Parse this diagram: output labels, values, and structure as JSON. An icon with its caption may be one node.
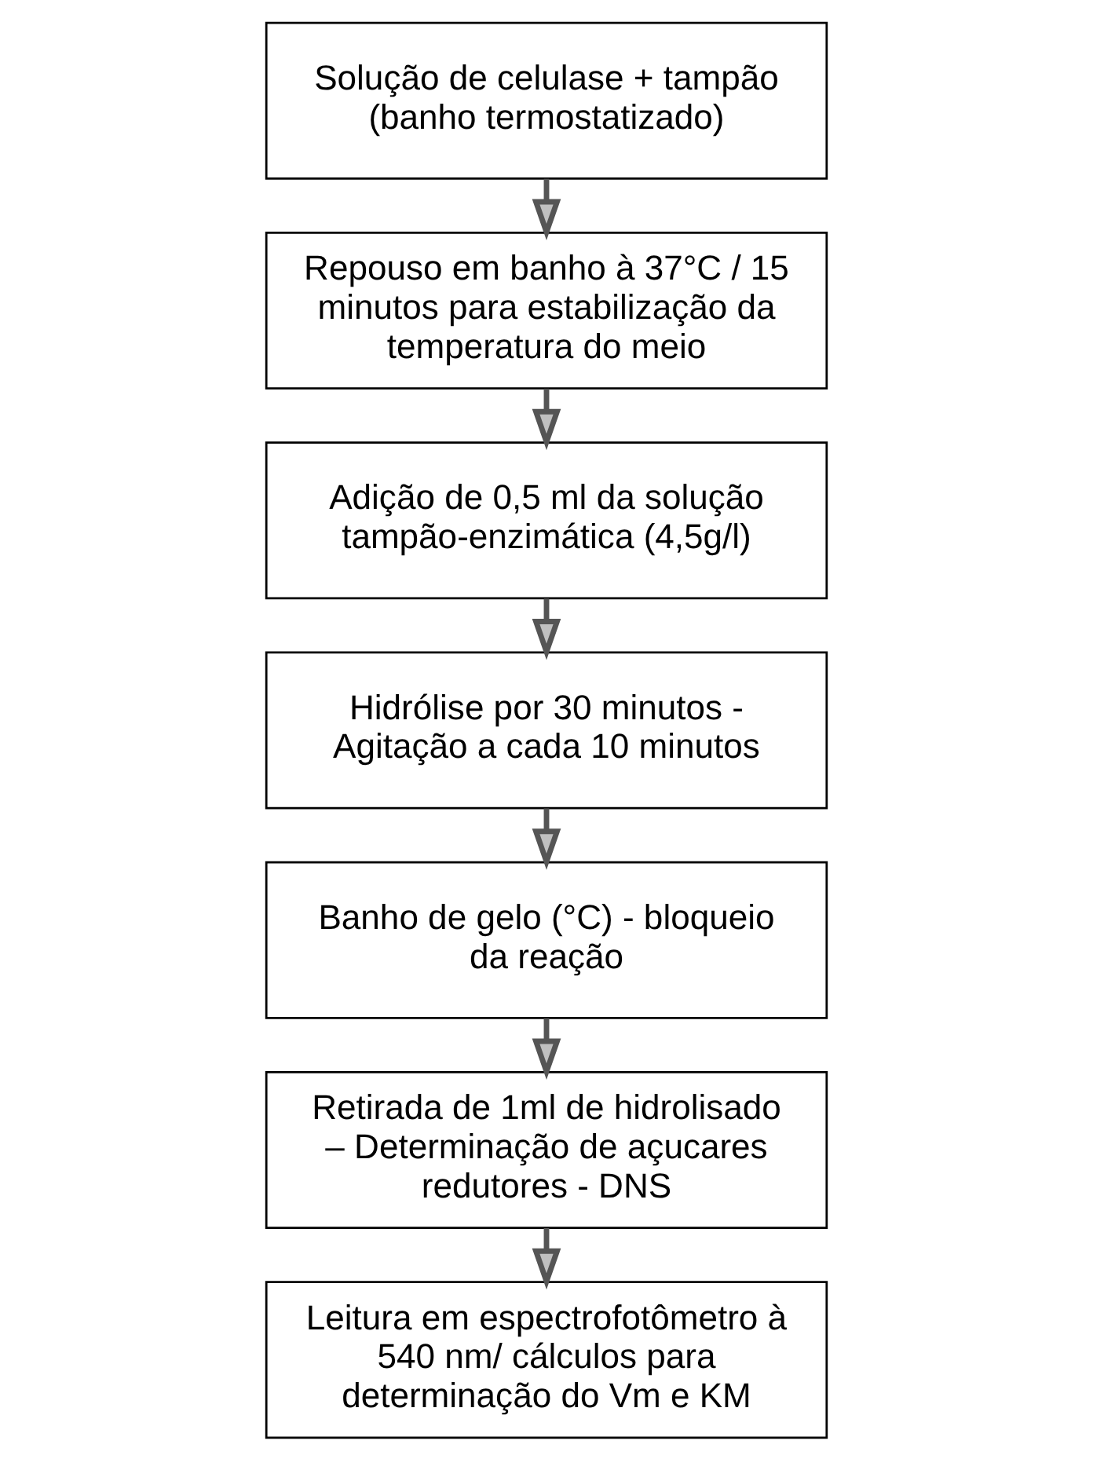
{
  "diagram": {
    "nodes": [
      {
        "text": [
          "Solução de celulase + tampão (banho termostatizado)"
        ]
      },
      {
        "text": [
          "Repouso em banho à 37°C / 15 minutos para estabilização da temperatura do meio"
        ]
      },
      {
        "text": [
          "Adição de 0,5 ml da solução tampão-enzimática (4,5g/l)"
        ]
      },
      {
        "text": [
          "Hidrólise por 30 minutos - Agitação a cada 10 minutos"
        ]
      },
      {
        "text": [
          "Banho de gelo (°C) - bloqueio da reação"
        ]
      },
      {
        "text": [
          "Retirada de 1ml de hidrolisado – Determinação de açucares redutores - DNS"
        ]
      },
      {
        "text": [
          "Leitura em espectrofotômetro à 540 nm/ cálculos para determinação do Vm e KM"
        ]
      }
    ],
    "edges": [
      {
        "from": 0,
        "to": 1,
        "arrow": "to"
      },
      {
        "from": 1,
        "to": 2,
        "arrow": "to"
      },
      {
        "from": 2,
        "to": 3,
        "arrow": "to"
      },
      {
        "from": 3,
        "to": 4,
        "arrow": "to"
      },
      {
        "from": 4,
        "to": 5,
        "arrow": "to"
      },
      {
        "from": 5,
        "to": 6,
        "arrow": "to"
      }
    ]
  }
}
